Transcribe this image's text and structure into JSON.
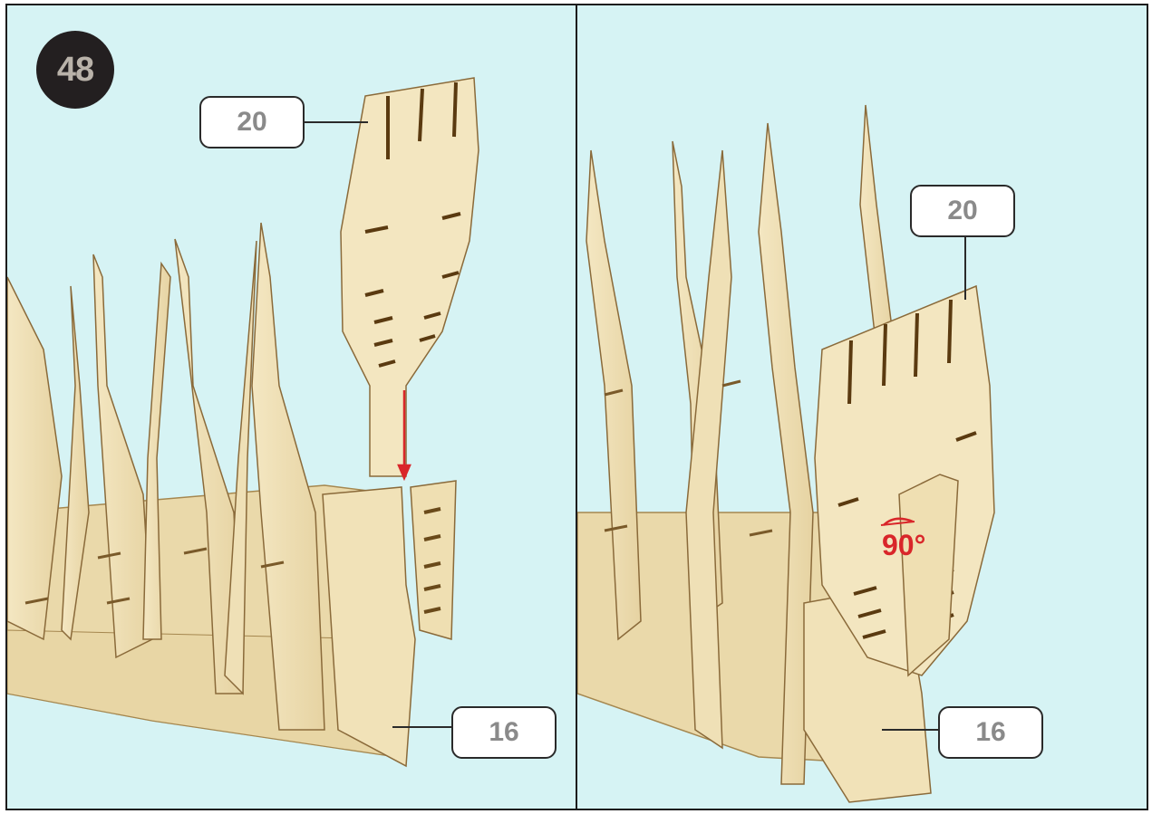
{
  "step": {
    "number": "48"
  },
  "left_panel": {
    "callouts": {
      "top_part": "20",
      "bottom_part": "16"
    }
  },
  "right_panel": {
    "callouts": {
      "top_part": "20",
      "bottom_part": "16"
    },
    "angle_label": "90°"
  },
  "colors": {
    "background": "#d6f3f4",
    "plywood": "#f2e4bd",
    "plywood_shade": "#e2cf9e",
    "edge": "#8a6a3a",
    "arrow": "#d9262a",
    "badge": "#231f20"
  }
}
